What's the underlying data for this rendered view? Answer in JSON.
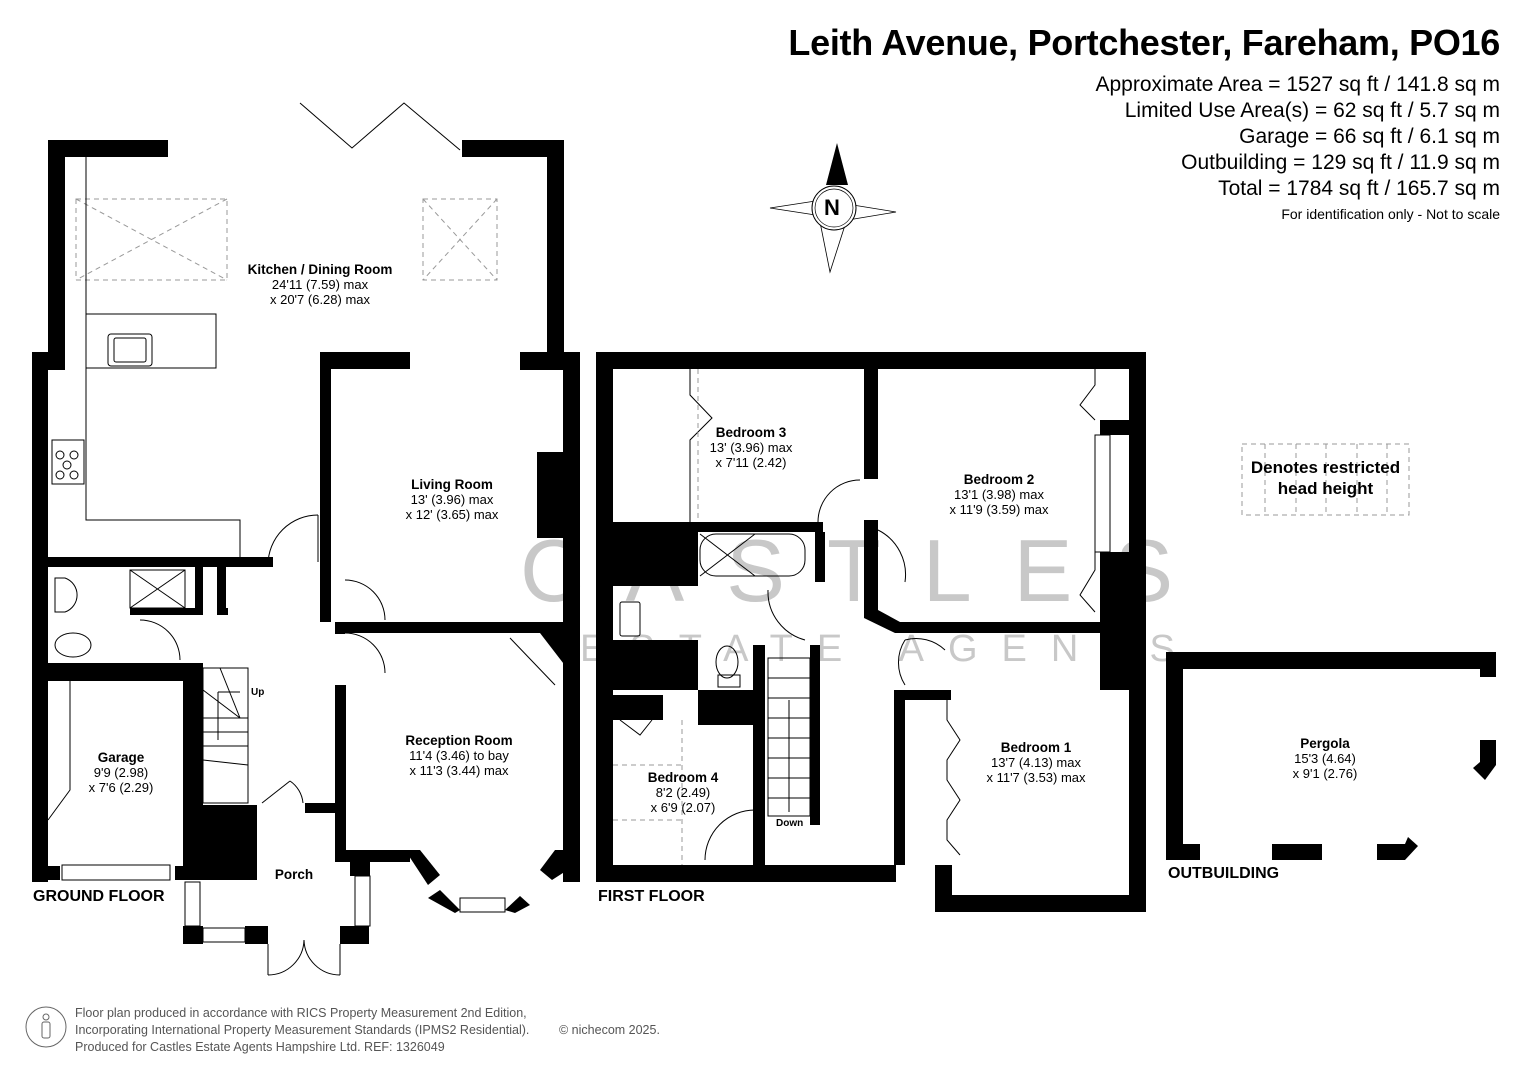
{
  "header": {
    "title": "Leith Avenue, Portchester, Fareham, PO16",
    "areas": [
      "Approximate Area = 1527 sq ft / 141.8 sq m",
      "Limited Use Area(s) = 62 sq ft / 5.7 sq m",
      "Garage = 66 sq ft / 6.1 sq m",
      "Outbuilding = 129 sq ft / 11.9 sq m",
      "Total = 1784 sq ft / 165.7 sq m"
    ],
    "note": "For identification only - Not to scale"
  },
  "compass": {
    "label": "N",
    "icon": "north-compass-icon"
  },
  "legend": {
    "text_line1": "Denotes restricted",
    "text_line2": "head height"
  },
  "watermark": {
    "brand": "CASTLES",
    "tagline": "ESTATE AGENTS",
    "color": "#c8c8c8"
  },
  "ground_floor": {
    "label": "GROUND FLOOR",
    "rooms": [
      {
        "name": "Kitchen / Dining Room",
        "dim1": "24'11 (7.59) max",
        "dim2": "x 20'7 (6.28) max"
      },
      {
        "name": "Living Room",
        "dim1": "13' (3.96) max",
        "dim2": "x 12' (3.65) max"
      },
      {
        "name": "Reception Room",
        "dim1": "11'4 (3.46) to bay",
        "dim2": "x 11'3 (3.44) max"
      },
      {
        "name": "Garage",
        "dim1": "9'9 (2.98)",
        "dim2": "x 7'6 (2.29)"
      },
      {
        "name": "Porch"
      }
    ],
    "stairs_label": "Up"
  },
  "first_floor": {
    "label": "FIRST FLOOR",
    "rooms": [
      {
        "name": "Bedroom 3",
        "dim1": "13' (3.96) max",
        "dim2": "x 7'11 (2.42)"
      },
      {
        "name": "Bedroom 2",
        "dim1": "13'1 (3.98) max",
        "dim2": "x 11'9 (3.59) max"
      },
      {
        "name": "Bedroom 1",
        "dim1": "13'7 (4.13) max",
        "dim2": "x 11'7 (3.53) max"
      },
      {
        "name": "Bedroom 4",
        "dim1": "8'2 (2.49)",
        "dim2": "x 6'9 (2.07)"
      }
    ],
    "stairs_label": "Down"
  },
  "outbuilding": {
    "label": "OUTBUILDING",
    "rooms": [
      {
        "name": "Pergola",
        "dim1": "15'3 (4.64)",
        "dim2": "x 9'1 (2.76)"
      }
    ]
  },
  "footer": {
    "line1": "Floor plan produced in accordance with RICS Property Measurement 2nd Edition,",
    "line2": "Incorporating International Property Measurement Standards (IPMS2 Residential).",
    "line3": "Produced for Castles Estate Agents Hampshire Ltd.   REF: 1326049",
    "copyright": "© nichecom 2025."
  }
}
